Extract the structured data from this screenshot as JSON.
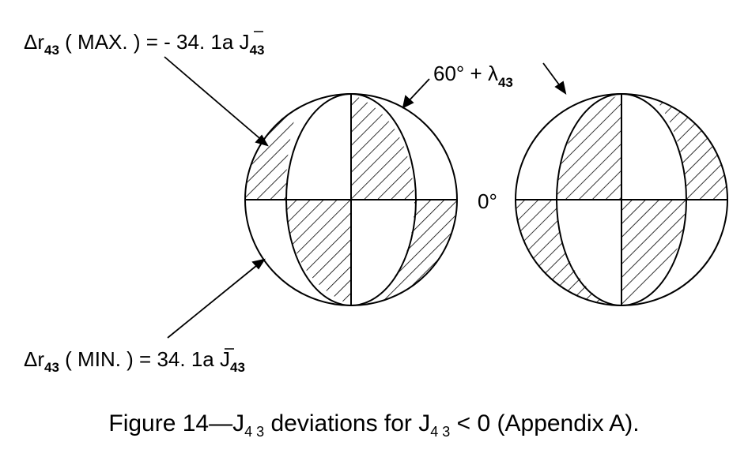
{
  "labels": {
    "max_prefix": "Δr",
    "max_sub": "43",
    "max_mid": " ( MAX. ) = - 34. 1",
    "abar": "a",
    "max_j": " J",
    "max_j_sub": "43",
    "min_prefix": "Δr",
    "min_sub": "43",
    "min_mid": " ( MIN. ) = 34. 1",
    "min_j": " J",
    "min_j_sub": "43",
    "angle_top": "60° + λ",
    "angle_top_sub": "43",
    "angle_equator": "0°"
  },
  "caption": {
    "part1": "Figure 14—J",
    "sub1": "4 3",
    "part2": " deviations for J",
    "sub2": "4 3",
    "part3": "  < 0 (Appendix A)."
  },
  "colors": {
    "ink": "#000000",
    "paper": "#ffffff"
  }
}
